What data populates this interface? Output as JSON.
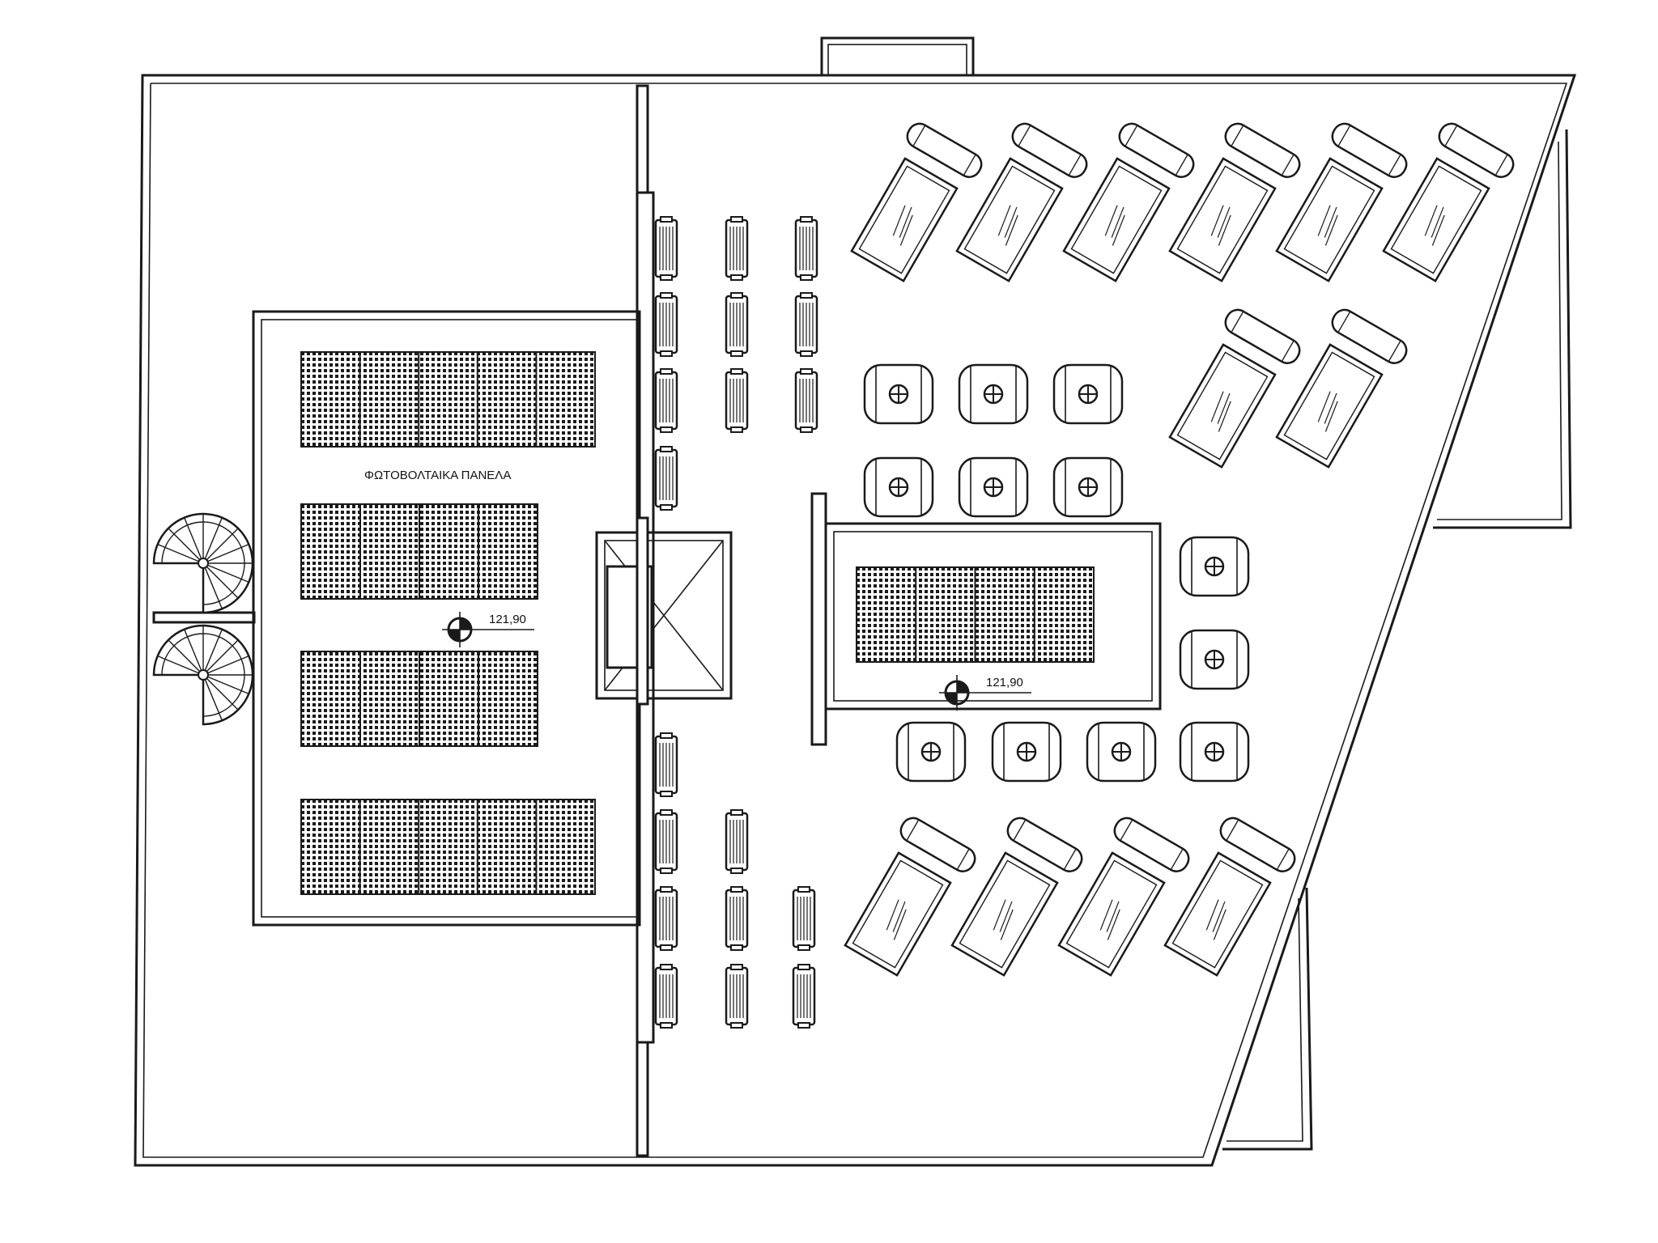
{
  "labels": {
    "pv_panels": "ΦΩΤΟΒΟΛΤΑΙΚΑ ΠΑΝΕΛΑ",
    "level_left": "121,90",
    "level_right": "121,90"
  },
  "icons": {
    "solar_panel": "pv-grid",
    "solar_collector": "collector-with-tank",
    "water_tank": "tank-with-valve",
    "ac_unit": "ac-outdoor-unit",
    "level_marker": "elevation-marker",
    "spiral_stair": "spiral-stair"
  },
  "colors": {
    "line": "#1a1a1a",
    "background": "#ffffff"
  }
}
